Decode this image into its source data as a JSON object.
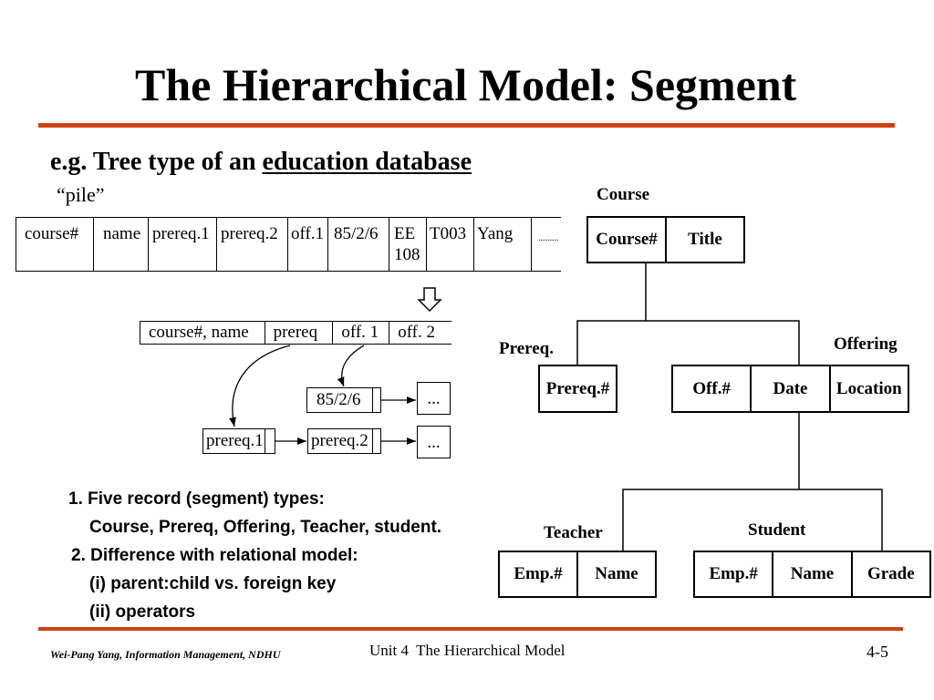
{
  "slide": {
    "title": "The Hierarchical Model: Segment",
    "subtitle_prefix": "e.g. Tree type of an ",
    "subtitle_underlined": "education database",
    "pile_label": "“pile”"
  },
  "pile_record": {
    "cells": [
      "course#",
      "name",
      "prereq.1",
      "prereq.2",
      "off.1",
      "85/2/6",
      "EE 108",
      "T003",
      "Yang"
    ],
    "continuation": "........."
  },
  "segment_record": {
    "cells": [
      "course#, name",
      "prereq",
      "off. 1",
      "off. 2"
    ]
  },
  "pointer_chains": {
    "offering": [
      "85/2/6",
      "..."
    ],
    "prereq": [
      "prereq.1",
      "prereq.2",
      "..."
    ]
  },
  "tree": {
    "course": {
      "label": "Course",
      "fields": [
        "Course#",
        "Title"
      ]
    },
    "prereq": {
      "label": "Prereq.",
      "fields": [
        "Prereq.#"
      ]
    },
    "offering": {
      "label": "Offering",
      "fields": [
        "Off.#",
        "Date",
        "Location"
      ]
    },
    "teacher": {
      "label": "Teacher",
      "fields": [
        "Emp.#",
        "Name"
      ]
    },
    "student": {
      "label": "Student",
      "fields": [
        "Emp.#",
        "Name",
        "Grade"
      ]
    }
  },
  "notes": [
    "1. Five record (segment) types:",
    "Course, Prereq, Offering, Teacher, student.",
    "2. Difference with relational model:",
    "(i) parent:child vs. foreign key",
    "(ii) operators"
  ],
  "footer": {
    "author": "Wei-Pang Yang, Information Management, NDHU",
    "unit": "Unit 4  The Hierarchical Model",
    "page": "4-5"
  },
  "icons": {
    "transform_arrow": "hollow-down-arrow-icon"
  },
  "colors": {
    "accent_rule": "#cc4411",
    "text": "#000000"
  }
}
